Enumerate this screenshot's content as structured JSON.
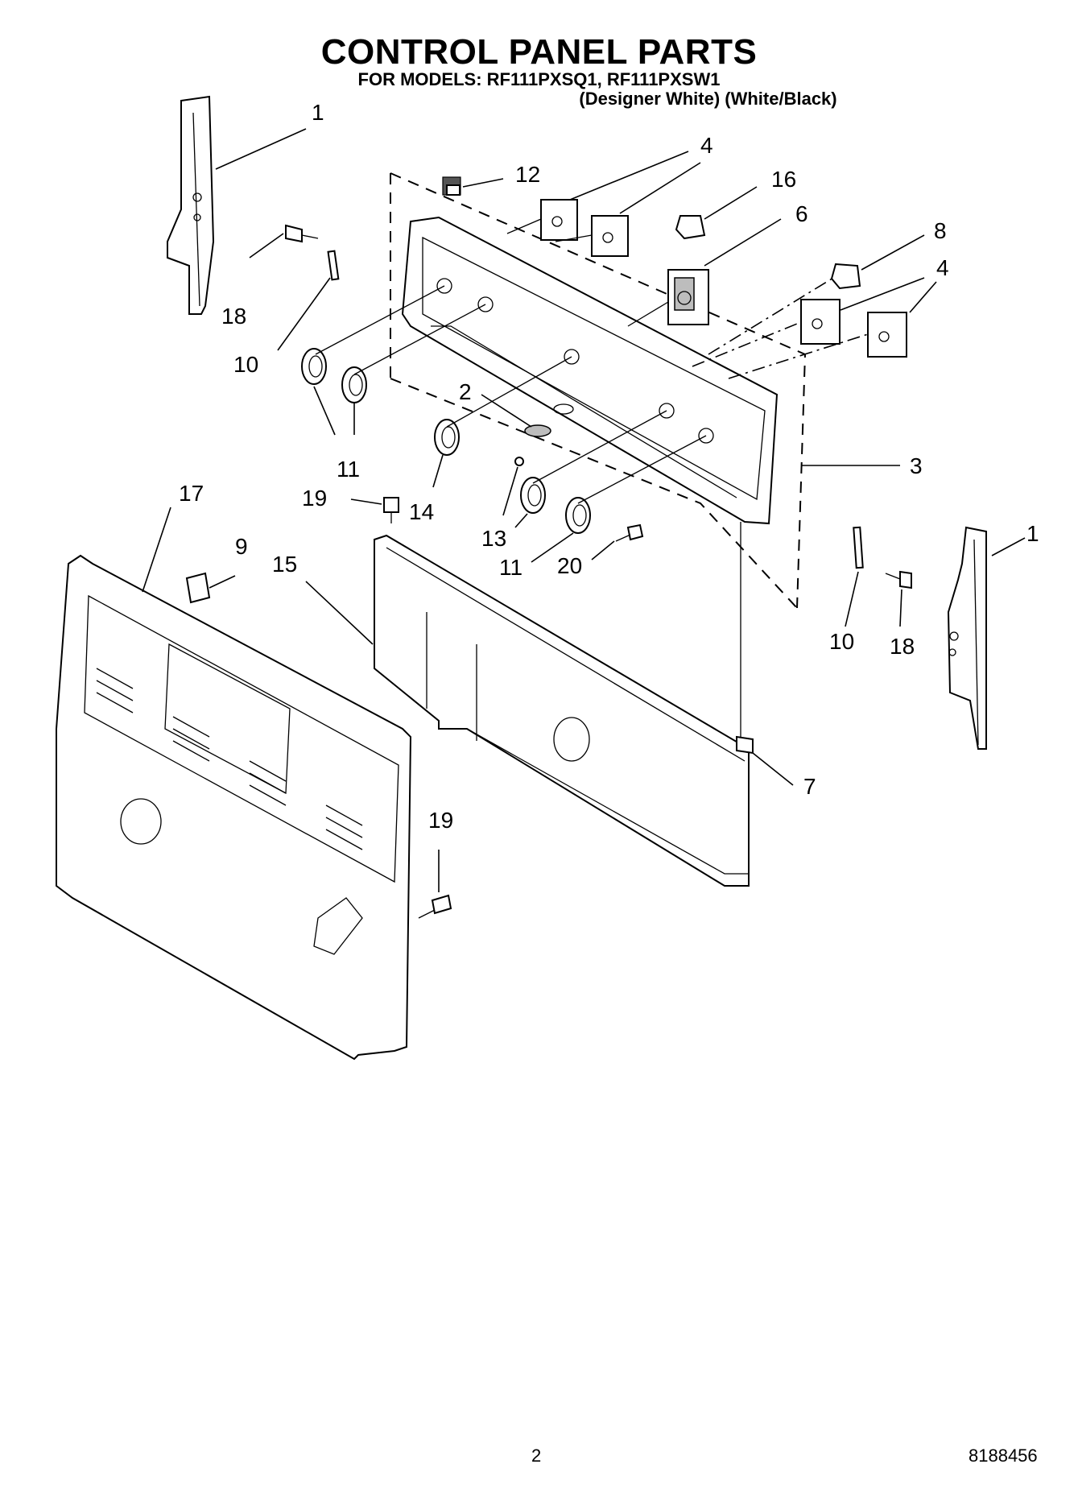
{
  "header": {
    "title": "CONTROL PANEL PARTS",
    "models_line": "FOR MODELS: RF111PXSQ1, RF111PXSW1",
    "colors_line": "(Designer White) (White/Black)"
  },
  "footer": {
    "page_number": "2",
    "document_number": "8188456"
  },
  "callouts": [
    {
      "id": "c1a",
      "label": "1"
    },
    {
      "id": "c1b",
      "label": "1"
    },
    {
      "id": "c2",
      "label": "2"
    },
    {
      "id": "c3",
      "label": "3"
    },
    {
      "id": "c4a",
      "label": "4"
    },
    {
      "id": "c4b",
      "label": "4"
    },
    {
      "id": "c6",
      "label": "6"
    },
    {
      "id": "c7",
      "label": "7"
    },
    {
      "id": "c8",
      "label": "8"
    },
    {
      "id": "c9",
      "label": "9"
    },
    {
      "id": "c10a",
      "label": "10"
    },
    {
      "id": "c10b",
      "label": "10"
    },
    {
      "id": "c11a",
      "label": "11"
    },
    {
      "id": "c11b",
      "label": "11"
    },
    {
      "id": "c12",
      "label": "12"
    },
    {
      "id": "c13",
      "label": "13"
    },
    {
      "id": "c14",
      "label": "14"
    },
    {
      "id": "c15",
      "label": "15"
    },
    {
      "id": "c16",
      "label": "16"
    },
    {
      "id": "c17",
      "label": "17"
    },
    {
      "id": "c18a",
      "label": "18"
    },
    {
      "id": "c18b",
      "label": "18"
    },
    {
      "id": "c19a",
      "label": "19"
    },
    {
      "id": "c19b",
      "label": "19"
    },
    {
      "id": "c20",
      "label": "20"
    }
  ]
}
